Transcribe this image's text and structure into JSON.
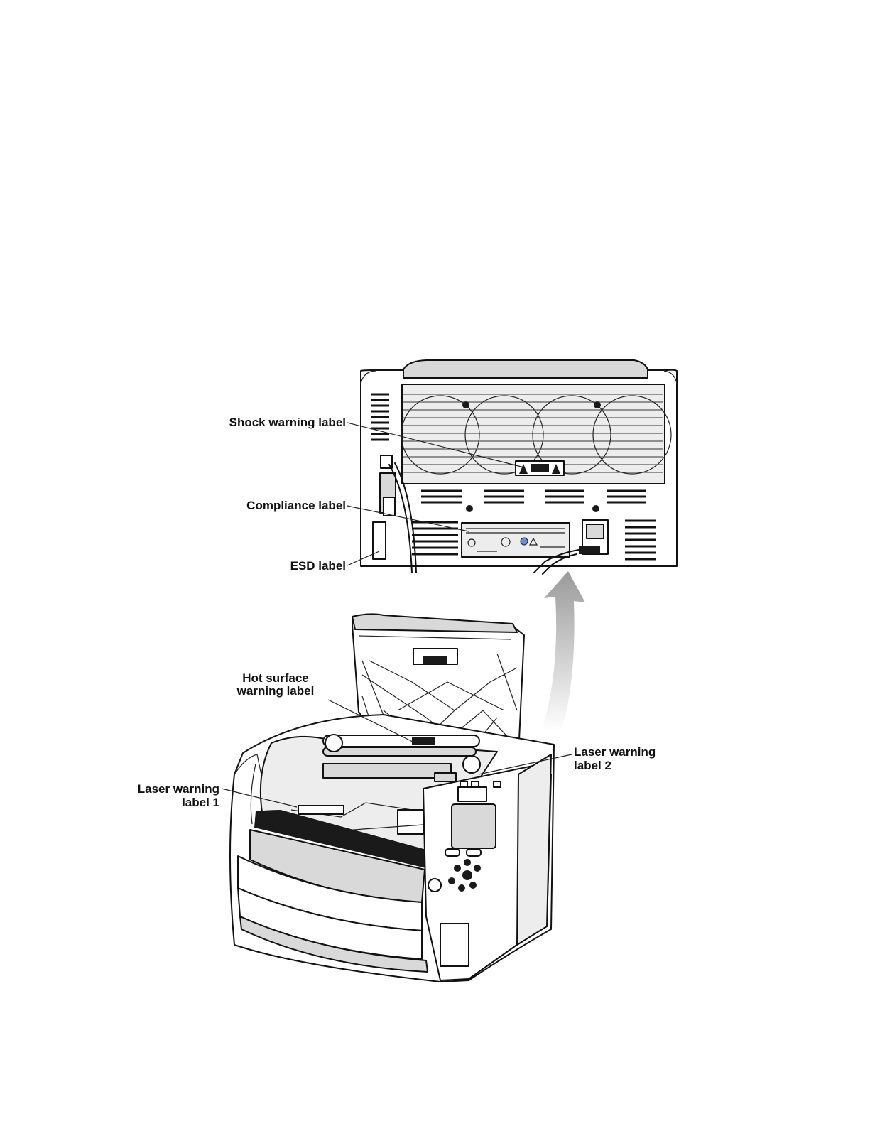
{
  "figure": {
    "rear_view": {
      "shock_label": "Shock warning label",
      "compliance_label": "Compliance label",
      "esd_label": "ESD label"
    },
    "front_view": {
      "hot_surface_line1": "Hot surface",
      "hot_surface_line2": "warning label",
      "laser1_line1": "Laser warning",
      "laser1_line2": "label 1",
      "laser2_line1": "Laser warning",
      "laser2_line2": "label 2"
    }
  },
  "colors": {
    "ink": "#111111",
    "paper": "#ffffff",
    "shade": "#d9d9d9"
  }
}
